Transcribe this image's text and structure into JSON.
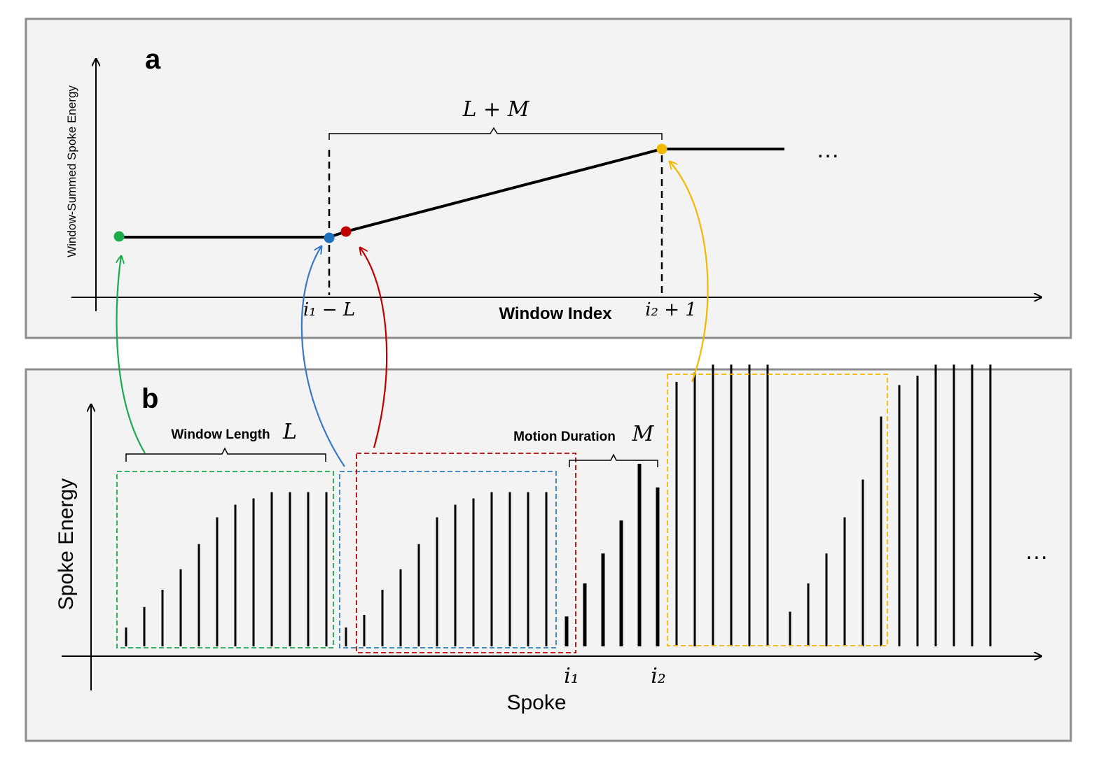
{
  "panel_a": {
    "letter": "a",
    "ylabel": "Window-Summed Spoke Energy",
    "xlabel": "Window Index",
    "bracket_label": "L + M",
    "tick_left": "i₁ − L",
    "tick_right": "i₂ + 1",
    "ellipsis": "…"
  },
  "panel_b": {
    "letter": "b",
    "ylabel": "Spoke Energy",
    "xlabel": "Spoke",
    "window_length_label": "Window Length",
    "window_length_symbol": "L",
    "motion_duration_label": "Motion Duration",
    "motion_duration_symbol": "M",
    "tick_i1": "i₁",
    "tick_i2": "i₂",
    "ellipsis": "…"
  },
  "colors": {
    "green": "#1aab4b",
    "blue": "#2e74c8",
    "red": "#c00000",
    "yellow": "#f5b800",
    "panel_bg": "#f3f3f3",
    "panel_border": "#8c8c8c"
  },
  "spoke_energies": {
    "group1": [
      0.12,
      0.25,
      0.36,
      0.49,
      0.65,
      0.82,
      0.9,
      0.94,
      0.98,
      0.98,
      0.98,
      0.98
    ],
    "group2_lead": [
      0.12
    ],
    "group2": [
      0.2,
      0.36,
      0.49,
      0.65,
      0.82,
      0.9,
      0.94,
      0.98,
      0.98,
      0.98,
      0.98
    ],
    "motion": [
      0.19,
      0.4,
      0.59,
      0.8,
      1.16,
      1.01
    ],
    "high_group": [
      1.68,
      1.74,
      1.79,
      1.79,
      1.79,
      1.79
    ],
    "group3": [
      0.22,
      0.4,
      0.59,
      0.82,
      1.06,
      1.46,
      1.66,
      1.72,
      1.79,
      1.79,
      1.79,
      1.79
    ]
  }
}
